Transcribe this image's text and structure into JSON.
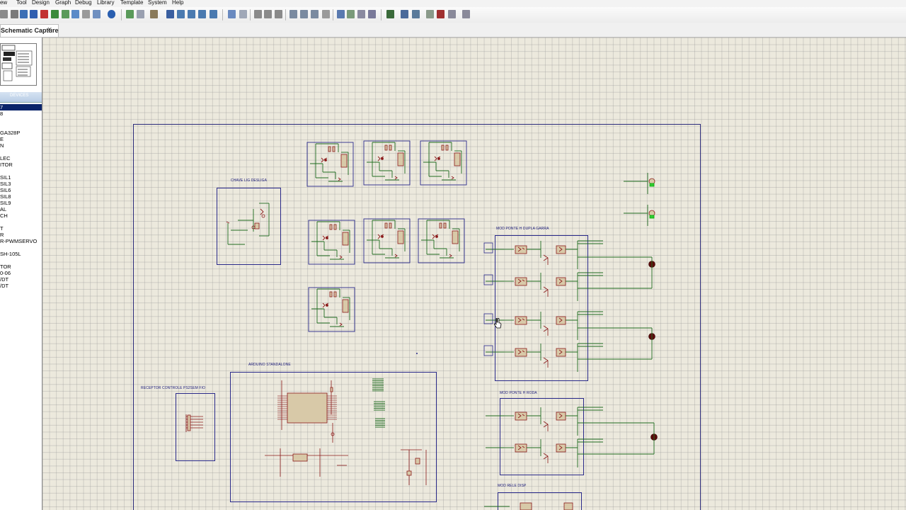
{
  "menubar": {
    "items": [
      "View",
      "Tool",
      "Design",
      "Graph",
      "Debug",
      "Library",
      "Template",
      "System",
      "Help"
    ]
  },
  "tab": {
    "title": "Schematic Capture",
    "close": "×"
  },
  "device_selector": {
    "header": "DEVICES",
    "items": [
      {
        "label": "7",
        "selected": true
      },
      {
        "label": "8",
        "selected": false
      },
      {
        "label": "",
        "selected": false
      },
      {
        "label": "",
        "selected": false
      },
      {
        "label": "GA328P",
        "selected": false
      },
      {
        "label": "E",
        "selected": false
      },
      {
        "label": "N",
        "selected": false
      },
      {
        "label": "",
        "selected": false
      },
      {
        "label": "LEC",
        "selected": false
      },
      {
        "label": "ITOR",
        "selected": false
      },
      {
        "label": "",
        "selected": false
      },
      {
        "label": "SIL1",
        "selected": false
      },
      {
        "label": "SIL3",
        "selected": false
      },
      {
        "label": "SIL6",
        "selected": false
      },
      {
        "label": "SIL8",
        "selected": false
      },
      {
        "label": "SIL9",
        "selected": false
      },
      {
        "label": "AL",
        "selected": false
      },
      {
        "label": "CH",
        "selected": false
      },
      {
        "label": "",
        "selected": false
      },
      {
        "label": "T",
        "selected": false
      },
      {
        "label": "R",
        "selected": false
      },
      {
        "label": "R-PWMSERVO",
        "selected": false
      },
      {
        "label": "",
        "selected": false
      },
      {
        "label": "SH-105L",
        "selected": false
      },
      {
        "label": "",
        "selected": false
      },
      {
        "label": "TOR",
        "selected": false
      },
      {
        "label": "0-06",
        "selected": false
      },
      {
        "label": "/DT",
        "selected": false
      },
      {
        "label": "/DT",
        "selected": false
      }
    ]
  },
  "schematic": {
    "modules": {
      "chave": "CHAVE LIG DESLIGA",
      "ponte_garra": "MOD PONTE H DUPLA GARRA",
      "ponte_roda": "MOD PONTE H RODA",
      "rele_disp": "MOD RELE DISP",
      "arduino": "ARDUINO STANDALONE",
      "receptor": "RECEPTOR CONTROLE PS2SEM FIO"
    }
  },
  "colors": {
    "wire": "#1f6b1f",
    "component": "#8b1a1a",
    "component_fill": "#d8c9a8",
    "module_border": "#2a2a8a"
  }
}
